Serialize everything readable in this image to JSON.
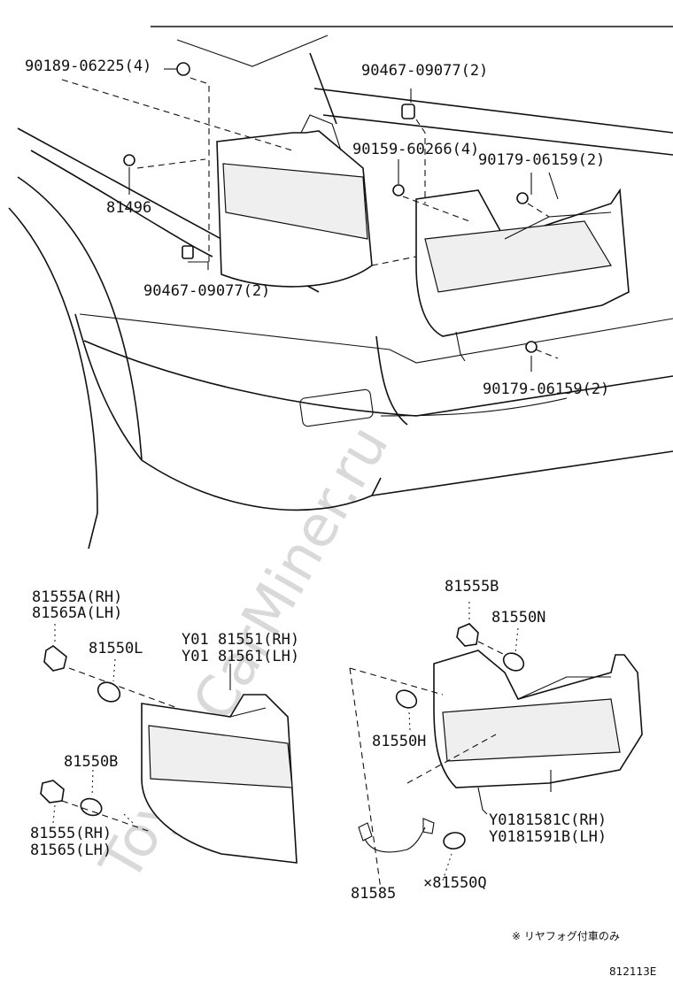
{
  "figure_id": "812113E",
  "watermark": "ToyotaCarMiner.ru",
  "footnote": "※ リヤフォグ付車のみ",
  "labels": {
    "p90189": "90189-06225(4)",
    "p90467_top": "90467-09077(2)",
    "p90159": "90159-60266(4)",
    "p90179_top": "90179-06159(2)",
    "p81496": "81496",
    "p90467_left": "90467-09077(2)",
    "p90179_bottom": "90179-06159(2)",
    "p81555A": "81555A(RH)",
    "p81565A": "81565A(LH)",
    "p81550L": "81550L",
    "p81551": "Y01 81551(RH)",
    "p81561": "Y01 81561(LH)",
    "p81550B": "81550B",
    "p81555": "81555(RH)",
    "p81565": "81565(LH)",
    "p81555B": "81555B",
    "p81550N": "81550N",
    "p81550H": "81550H",
    "p81581": "Y0181581C(RH)",
    "p81591": "Y0181591B(LH)",
    "p81585": "81585",
    "p81550Q": "×81550Q"
  }
}
